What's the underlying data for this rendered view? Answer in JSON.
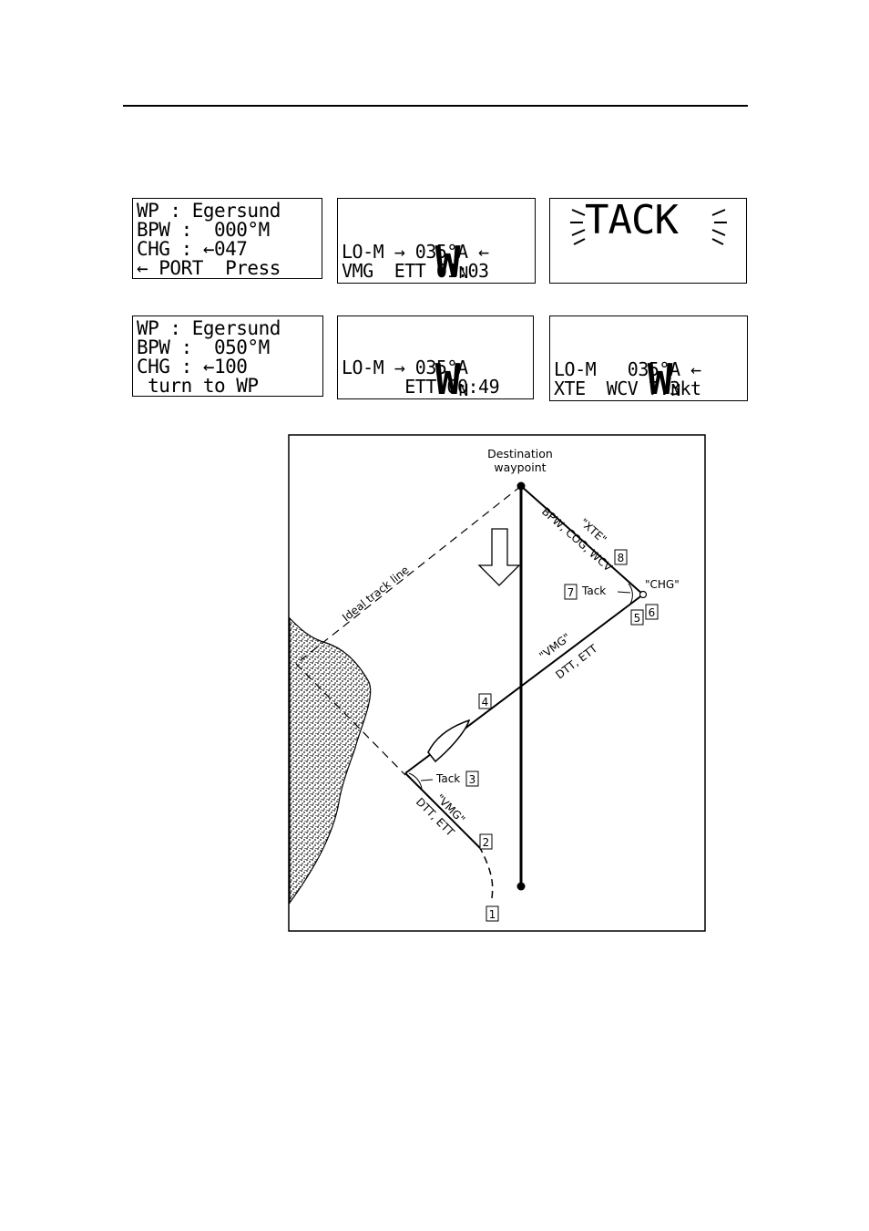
{
  "displays": {
    "d1": {
      "line1": "WP : Egersund",
      "line2": "BPW :  000°M",
      "line3": "CHG : ←047",
      "line4": "← PORT  Press"
    },
    "d2": {
      "w": "W",
      "w_sub": "N",
      "arrow_big": "➡",
      "value": "035",
      "arrow_big_right": "⬅",
      "line2": "LO-M → 035°A ←",
      "line3": "VMG  ETT 01:03"
    },
    "d3": {
      "text": "TACK"
    },
    "d4": {
      "line1": "WP : Egersund",
      "line2": "BPW :  050°M",
      "line3": "CHG : ←100",
      "line4": " turn to WP"
    },
    "d5": {
      "w": "W",
      "w_sub": "N",
      "arrow_big": "➡",
      "value": "035",
      "line2": "LO-M → 035°A",
      "line3": "      ETT 00:49"
    },
    "d6": {
      "w": "W",
      "w_sub": "N",
      "value": "035",
      "arrow_big_right": "⬅",
      "line2": "LO-M   035°A ←",
      "line3": "XTE  WCV 7.3kt"
    }
  },
  "diagram": {
    "destination": "Destination",
    "waypoint": "waypoint",
    "ideal_track": "Ideal track line",
    "xte": "\"XTE\"",
    "bpw": "BPW, COG, WCV",
    "chg": "\"CHG\"",
    "tack_upper": "Tack",
    "tack_lower": "Tack",
    "vmg_upper": "\"VMG\"",
    "dtt_upper": "DTT, ETT",
    "vmg_lower": "\"VMG\"",
    "dtt_lower": "DTT, ETT",
    "markers": [
      "1",
      "2",
      "3",
      "4",
      "5",
      "6",
      "7",
      "8"
    ]
  }
}
